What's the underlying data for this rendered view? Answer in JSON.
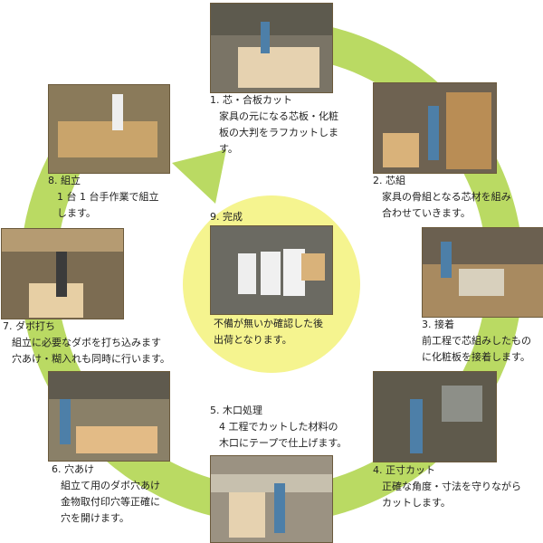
{
  "colors": {
    "ring": "#bada63",
    "ring_light": "#d7ea9c",
    "center": "#f5f48f",
    "photo_border": "#6b5a3c"
  },
  "steps": [
    {
      "title": "1. 芯・合板カット",
      "desc": [
        "家具の元になる芯板・化粧",
        "板の大判をラフカットしま",
        "す。"
      ]
    },
    {
      "title": "2. 芯組",
      "desc": [
        "家具の骨組となる芯材を組み",
        "合わせていきます。"
      ]
    },
    {
      "title": "3. 接着",
      "desc": [
        "前工程で芯組みしたもの",
        "に化粧板を接着します。"
      ]
    },
    {
      "title": "4. 正寸カット",
      "desc": [
        "正確な角度・寸法を守りながら",
        "カットします。"
      ]
    },
    {
      "title": "5. 木口処理",
      "desc": [
        "4 工程でカットした材料の",
        "木口にテープで仕上げます。"
      ]
    },
    {
      "title": "6. 穴あけ",
      "desc": [
        "組立て用のダボ穴あけ",
        "金物取付印穴等正確に",
        "穴を開けます。"
      ]
    },
    {
      "title": "7. ダボ打ち",
      "desc": [
        "組立に必要なダボを打ち込みます",
        "穴あけ・糊入れも同時に行います。"
      ]
    },
    {
      "title": "8. 組立",
      "desc": [
        "1 台 1 台手作業で組立",
        "します。"
      ]
    },
    {
      "title": "9. 完成",
      "desc": [
        "不備が無いか確認した後",
        "出荷となります。"
      ]
    }
  ]
}
